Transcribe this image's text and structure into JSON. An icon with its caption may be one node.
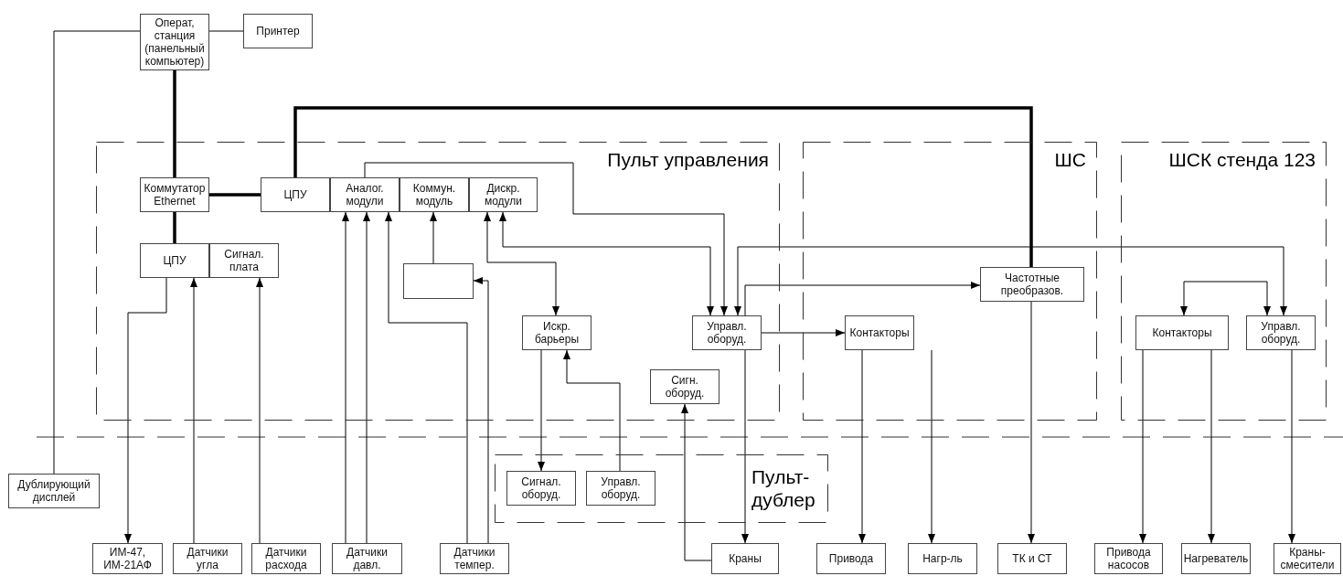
{
  "diagram": {
    "nodes": [
      {
        "text": [
          "Операт, станция (панельный компьютер)"
        ]
      },
      {
        "text": [
          "Принтер"
        ]
      },
      {
        "text": [
          "Пульт управления"
        ]
      },
      {
        "text": [
          "Коммутатор Ethernet"
        ],
        "in": 2
      },
      {
        "text": [
          "ЦПУ"
        ],
        "in": 2
      },
      {
        "text": [
          "Аналог. модули"
        ],
        "in": 2
      },
      {
        "text": [
          "Коммун. модуль"
        ],
        "in": 2
      },
      {
        "text": [
          "Дискр. модули"
        ],
        "in": 2
      },
      {
        "text": [
          "ЦПУ"
        ],
        "in": 2
      },
      {
        "text": [
          "Сигнал. плата"
        ],
        "in": 2
      },
      {
        "text": [],
        "shape": "box",
        "in": 2
      },
      {
        "text": [
          "Искр. барьеры"
        ],
        "in": 2
      },
      {
        "text": [
          "Управл. оборуд."
        ],
        "in": 2
      },
      {
        "text": [
          "Сигн. оборуд."
        ],
        "in": 2
      },
      {
        "text": [
          "ШС"
        ]
      },
      {
        "text": [
          "Частотные преобразов."
        ],
        "in": 14
      },
      {
        "text": [
          "Контакторы"
        ],
        "in": 14
      },
      {
        "text": [
          "ШСК стенда 123"
        ]
      },
      {
        "text": [
          "Контакторы"
        ],
        "in": 17
      },
      {
        "text": [
          "Управл. оборуд."
        ],
        "in": 17
      },
      {
        "text": [
          "Дублирующий дисплей"
        ]
      },
      {
        "text": [
          "Пульт-дублер"
        ]
      },
      {
        "text": [
          "Сигнал. оборуд."
        ],
        "in": 21
      },
      {
        "text": [
          "Управл. оборуд."
        ],
        "in": 21
      },
      {
        "text": [
          "ИМ-47, ИМ-21АФ"
        ]
      },
      {
        "text": [
          "Датчики угла"
        ]
      },
      {
        "text": [
          "Датчики расхода"
        ]
      },
      {
        "text": [
          "Датчики давл."
        ]
      },
      {
        "text": [
          "Датчики темпер."
        ]
      },
      {
        "text": [
          "Краны"
        ]
      },
      {
        "text": [
          "Привода"
        ]
      },
      {
        "text": [
          "Нагр-ль"
        ]
      },
      {
        "text": [
          "ТК и СТ"
        ]
      },
      {
        "text": [
          "Привода насосов"
        ]
      },
      {
        "text": [
          "Нагреватель"
        ]
      },
      {
        "text": [
          "Краны-смесители"
        ]
      }
    ],
    "edges": [
      {
        "from": 0,
        "to": 20,
        "arrow": "none"
      },
      {
        "from": 0,
        "to": 1,
        "arrow": "none"
      },
      {
        "from": 0,
        "to": 3,
        "arrow": "none",
        "style": "thick"
      },
      {
        "from": 3,
        "to": 4,
        "arrow": "none",
        "style": "thick"
      },
      {
        "from": 3,
        "to": 8,
        "arrow": "none",
        "style": "thick"
      },
      {
        "from": 4,
        "to": 15,
        "arrow": "none",
        "style": "thick"
      },
      {
        "from": 8,
        "to": 24,
        "arrow": "to"
      },
      {
        "from": 25,
        "to": 8,
        "arrow": "to"
      },
      {
        "from": 26,
        "to": 9,
        "arrow": "to"
      },
      {
        "from": 27,
        "to": 5,
        "arrow": "to"
      },
      {
        "from": 27,
        "to": 5,
        "arrow": "to"
      },
      {
        "from": 28,
        "to": 5,
        "arrow": "to"
      },
      {
        "from": 28,
        "to": 10,
        "arrow": "to"
      },
      {
        "from": 10,
        "to": 6,
        "arrow": "to"
      },
      {
        "from": 5,
        "to": 12,
        "arrow": "to"
      },
      {
        "from": 7,
        "to": 11,
        "arrow": "both"
      },
      {
        "from": 7,
        "to": 12,
        "arrow": "both"
      },
      {
        "from": 12,
        "to": 19,
        "arrow": "both"
      },
      {
        "from": 12,
        "to": 15,
        "arrow": "to"
      },
      {
        "from": 12,
        "to": 16,
        "arrow": "to"
      },
      {
        "from": 12,
        "to": 29,
        "arrow": "to"
      },
      {
        "from": 16,
        "to": 30,
        "arrow": "to"
      },
      {
        "from": 16,
        "to": 31,
        "arrow": "to"
      },
      {
        "from": 15,
        "to": 32,
        "arrow": "to"
      },
      {
        "from": 19,
        "to": 18,
        "arrow": "both"
      },
      {
        "from": 18,
        "to": 33,
        "arrow": "to"
      },
      {
        "from": 18,
        "to": 34,
        "arrow": "to"
      },
      {
        "from": 19,
        "to": 35,
        "arrow": "to"
      },
      {
        "from": 11,
        "to": 22,
        "arrow": "to"
      },
      {
        "from": 23,
        "to": 11,
        "arrow": "to"
      },
      {
        "from": 29,
        "to": 13,
        "arrow": "to"
      }
    ]
  }
}
